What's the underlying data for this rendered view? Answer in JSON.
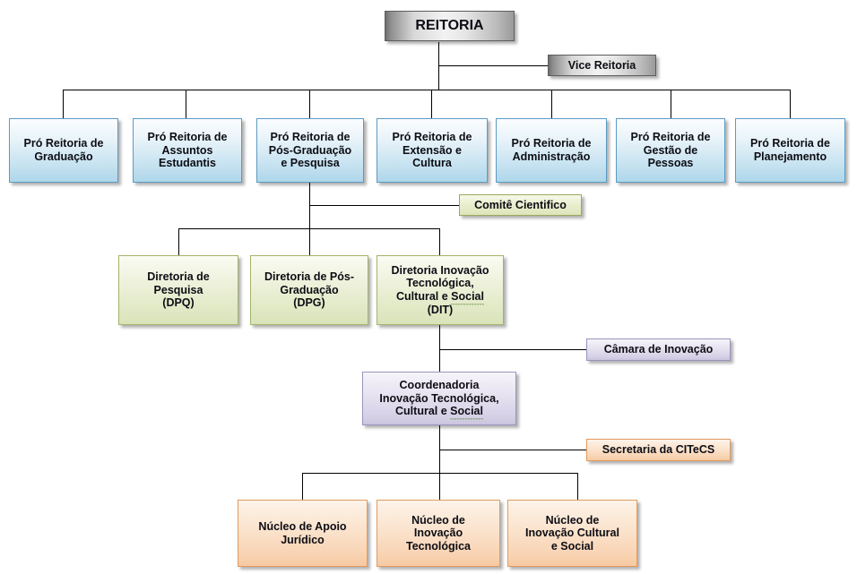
{
  "diagram": {
    "type": "organizational-chart",
    "title_text": "REITORIA",
    "nodes": {
      "reitoria": {
        "label": "REITORIA",
        "style": "silver"
      },
      "vice_reitoria": {
        "label": "Vice Reitoria",
        "style": "silver"
      },
      "pro_graduacao": {
        "label": "Pró Reitoria de\nGraduação",
        "style": "blue"
      },
      "pro_assuntos": {
        "label": "Pró Reitoria de\nAssuntos\nEstudantis",
        "style": "blue"
      },
      "pro_pos": {
        "label": "Pró Reitoria de\nPós-Graduação\ne Pesquisa",
        "style": "blue"
      },
      "pro_extensao": {
        "label": "Pró Reitoria de\nExtensão e\nCultura",
        "style": "blue"
      },
      "pro_administracao": {
        "label": "Pró Reitoria de\nAdministração",
        "style": "blue"
      },
      "pro_gestao": {
        "label": "Pró Reitoria de\nGestão de\nPessoas",
        "style": "blue"
      },
      "pro_planejamento": {
        "label": "Pró Reitoria de\nPlanejamento",
        "style": "blue"
      },
      "comite": {
        "label": "Comitê Cientifico",
        "style": "green-callout"
      },
      "dpq": {
        "label": "Diretoria de\nPesquisa\n(DPQ)",
        "style": "green"
      },
      "dpg": {
        "label": "Diretoria de Pós-\nGraduação\n(DPG)",
        "style": "green"
      },
      "dit_line1": "Diretoria Inovação",
      "dit_line2": "Tecnológica,",
      "dit_line3a": "Cultural e ",
      "dit_line3b": "Social",
      "dit_line4": "(DIT)",
      "camara": {
        "label": "Câmara de Inovação",
        "style": "purple"
      },
      "coord_line1": "Coordenadoria",
      "coord_line2": "Inovação Tecnológica,",
      "coord_line3a": "Cultural e ",
      "coord_line3b": "Social",
      "secretaria": {
        "label": "Secretaria da CITeCS",
        "style": "orange"
      },
      "nucleo_juridico": {
        "label": "Núcleo de Apoio\nJurídico",
        "style": "orange"
      },
      "nucleo_tecnologica": {
        "label": "Núcleo de\nInovação\nTecnológica",
        "style": "orange"
      },
      "nucleo_cultural": {
        "label": "Núcleo de\nInovação Cultural\ne Social",
        "style": "orange"
      }
    },
    "colors": {
      "silver_border": "#5d5d5d",
      "blue_border": "#5b9bc4",
      "blue_fill": "#c7e3f1",
      "green_border": "#a3b36b",
      "green_fill": "#e0e8c4",
      "purple_border": "#9a93bd",
      "purple_fill": "#d6d0e6",
      "orange_border": "#e09b5e",
      "orange_fill": "#f8d2b1",
      "connector": "#000000",
      "spellcheck_underline": "#4a7d1e"
    }
  }
}
